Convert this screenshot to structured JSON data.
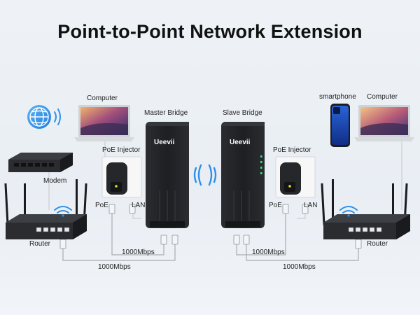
{
  "title": "Point-to-Point Network Extension",
  "labels": {
    "computer_left": "Computer",
    "computer_right": "Computer",
    "smartphone": "smartphone",
    "master_bridge": "Master Bridge",
    "slave_bridge": "Slave Bridge",
    "poe_injector_left": "PoE Injector",
    "poe_injector_right": "PoE Injector",
    "modem": "Modem",
    "poe_left": "PoE",
    "lan_left": "LAN",
    "poe_right": "PoE",
    "lan_right": "LAN",
    "router_left": "Router",
    "router_right": "Router",
    "speed_left_inner": "1000Mbps",
    "speed_left_outer": "1000Mbps",
    "speed_right_inner": "1000Mbps",
    "speed_right_outer": "1000Mbps",
    "brand_master": "Ueevii",
    "brand_slave": "Ueevii"
  },
  "icons": [
    "globe-icon",
    "wifi-icon",
    "signal-waves-icon",
    "ethernet-plug-icon"
  ],
  "colors": {
    "accent_blue": "#2f8fe8",
    "device_black": "#1e2023",
    "cable_gray": "#9aa1a8",
    "bg": "#eef2f6"
  }
}
